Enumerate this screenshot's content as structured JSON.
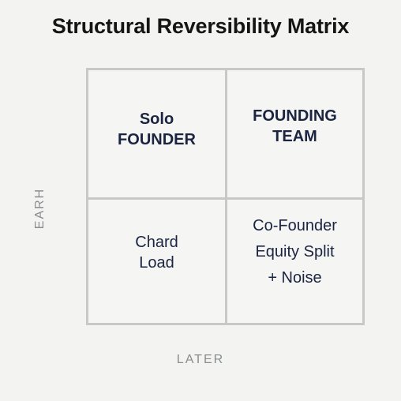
{
  "title": "Structural Reversibility Matrix",
  "axes": {
    "x_label": "LATER",
    "y_label": "EARH"
  },
  "quadrants": {
    "top_left": {
      "lines": [
        "Solo",
        "FOUNDER"
      ]
    },
    "top_right": {
      "lines": [
        "FOUNDING",
        "TEAM"
      ]
    },
    "bottom_left": {
      "lines": [
        "Chard",
        "Load"
      ]
    },
    "bottom_right": {
      "lines": [
        "Co-Founder",
        "Equity Split",
        "+ Noise"
      ]
    }
  },
  "colors": {
    "background": "#f3f3f1",
    "grid_lines": "#c8c8c6",
    "cell_text": "#1b2440",
    "title_text": "#151515",
    "axis_text": "#8a8d90"
  }
}
